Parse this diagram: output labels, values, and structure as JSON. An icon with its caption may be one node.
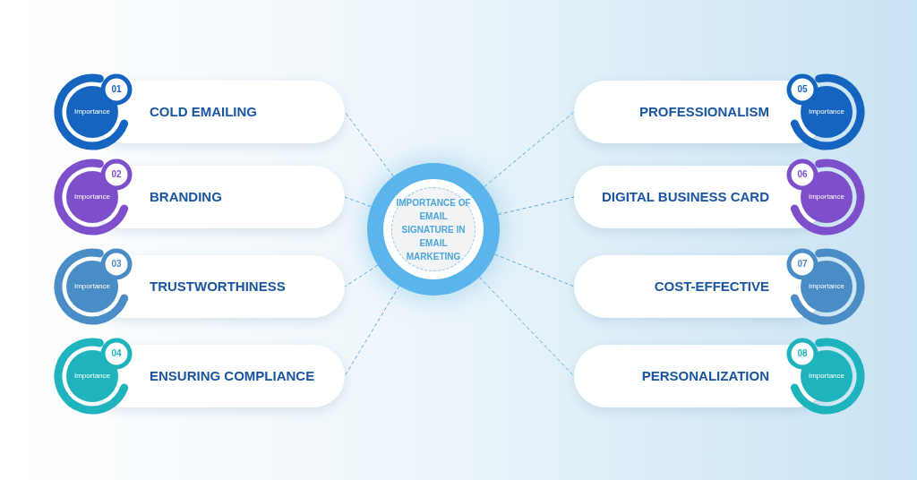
{
  "diagram": {
    "nodes": [
      {
        "text": [
          "IMPORTANCE OF EMAIL SIGNATURE IN EMAIL MARKETING"
        ]
      },
      {
        "text": [
          "01",
          "Importance",
          "COLD EMAILING"
        ]
      },
      {
        "text": [
          "02",
          "Importance",
          "BRANDING"
        ]
      },
      {
        "text": [
          "03",
          "Importance",
          "TRUSTWORTHINESS"
        ]
      },
      {
        "text": [
          "04",
          "Importance",
          "ENSURING COMPLIANCE"
        ]
      },
      {
        "text": [
          "PROFESSIONALISM",
          "05",
          "Importance"
        ]
      },
      {
        "text": [
          "DIGITAL BUSINESS CARD",
          "06",
          "Importance"
        ]
      },
      {
        "text": [
          "COST-EFFECTIVE",
          "07",
          "Importance"
        ]
      },
      {
        "text": [
          "PERSONALIZATION",
          "08",
          "Importance"
        ]
      }
    ],
    "edges": [
      {
        "from": 0,
        "to": 1,
        "arrow": "none",
        "style": "dashed"
      },
      {
        "from": 0,
        "to": 2,
        "arrow": "none",
        "style": "dashed"
      },
      {
        "from": 0,
        "to": 3,
        "arrow": "none",
        "style": "dashed"
      },
      {
        "from": 0,
        "to": 4,
        "arrow": "none",
        "style": "dashed"
      },
      {
        "from": 0,
        "to": 5,
        "arrow": "none",
        "style": "dashed"
      },
      {
        "from": 0,
        "to": 6,
        "arrow": "none",
        "style": "dashed"
      },
      {
        "from": 0,
        "to": 7,
        "arrow": "none",
        "style": "dashed"
      },
      {
        "from": 0,
        "to": 8,
        "arrow": "none",
        "style": "dashed"
      }
    ]
  }
}
